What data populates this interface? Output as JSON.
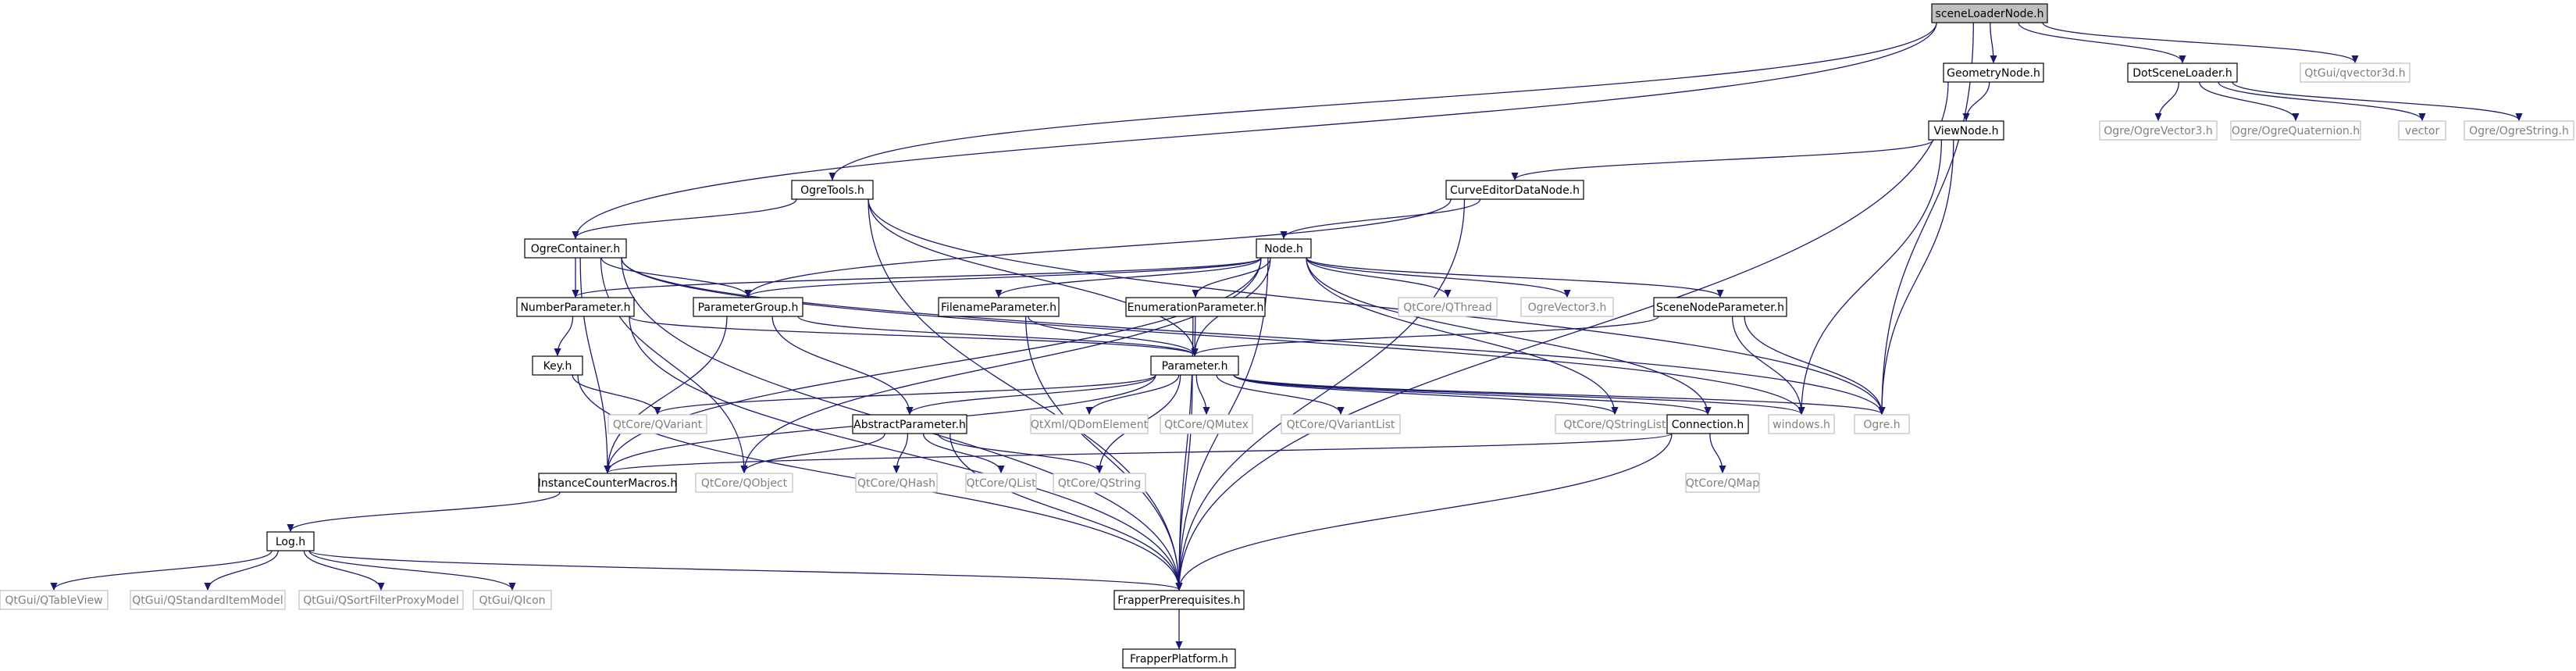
{
  "colors": {
    "edge": "#191970",
    "node_border_internal": "#000000",
    "node_border_external": "#bfbfbf",
    "node_text_internal": "#000000",
    "node_text_external": "#7f7f7f",
    "root_fill": "#bfbfbf",
    "background": "#ffffff"
  },
  "graph": {
    "nodes": [
      {
        "id": "sceneLoaderNode",
        "label": "sceneLoaderNode.h",
        "kind": "root"
      },
      {
        "id": "GeometryNode",
        "label": "GeometryNode.h",
        "kind": "internal"
      },
      {
        "id": "DotSceneLoader",
        "label": "DotSceneLoader.h",
        "kind": "internal"
      },
      {
        "id": "qvector3d",
        "label": "QtGui/qvector3d.h",
        "kind": "external"
      },
      {
        "id": "ViewNode",
        "label": "ViewNode.h",
        "kind": "internal"
      },
      {
        "id": "OgreVector3h",
        "label": "Ogre/OgreVector3.h",
        "kind": "external"
      },
      {
        "id": "OgreQuaternion",
        "label": "Ogre/OgreQuaternion.h",
        "kind": "external"
      },
      {
        "id": "vector",
        "label": "vector",
        "kind": "external"
      },
      {
        "id": "OgreString",
        "label": "Ogre/OgreString.h",
        "kind": "external"
      },
      {
        "id": "OgreTools",
        "label": "OgreTools.h",
        "kind": "internal"
      },
      {
        "id": "CurveEditorDataNode",
        "label": "CurveEditorDataNode.h",
        "kind": "internal"
      },
      {
        "id": "OgreContainer",
        "label": "OgreContainer.h",
        "kind": "internal"
      },
      {
        "id": "Node",
        "label": "Node.h",
        "kind": "internal"
      },
      {
        "id": "NumberParameter",
        "label": "NumberParameter.h",
        "kind": "internal"
      },
      {
        "id": "ParameterGroup",
        "label": "ParameterGroup.h",
        "kind": "internal"
      },
      {
        "id": "FilenameParameter",
        "label": "FilenameParameter.h",
        "kind": "internal"
      },
      {
        "id": "EnumerationParameter",
        "label": "EnumerationParameter.h",
        "kind": "internal"
      },
      {
        "id": "QThread",
        "label": "QtCore/QThread",
        "kind": "external"
      },
      {
        "id": "OgreVector3",
        "label": "OgreVector3.h",
        "kind": "external"
      },
      {
        "id": "SceneNodeParameter",
        "label": "SceneNodeParameter.h",
        "kind": "internal"
      },
      {
        "id": "Key",
        "label": "Key.h",
        "kind": "internal"
      },
      {
        "id": "Parameter",
        "label": "Parameter.h",
        "kind": "internal"
      },
      {
        "id": "QVariant",
        "label": "QtCore/QVariant",
        "kind": "external"
      },
      {
        "id": "AbstractParameter",
        "label": "AbstractParameter.h",
        "kind": "internal"
      },
      {
        "id": "QDomElement",
        "label": "QtXml/QDomElement",
        "kind": "external"
      },
      {
        "id": "QMutex",
        "label": "QtCore/QMutex",
        "kind": "external"
      },
      {
        "id": "QVariantList",
        "label": "QtCore/QVariantList",
        "kind": "external"
      },
      {
        "id": "QStringList",
        "label": "QtCore/QStringList",
        "kind": "external"
      },
      {
        "id": "Connection",
        "label": "Connection.h",
        "kind": "internal"
      },
      {
        "id": "windows",
        "label": "windows.h",
        "kind": "external"
      },
      {
        "id": "Ogreh",
        "label": "Ogre.h",
        "kind": "external"
      },
      {
        "id": "InstanceCounterMacros",
        "label": "InstanceCounterMacros.h",
        "kind": "internal"
      },
      {
        "id": "QObject",
        "label": "QtCore/QObject",
        "kind": "external"
      },
      {
        "id": "QHash",
        "label": "QtCore/QHash",
        "kind": "external"
      },
      {
        "id": "QList",
        "label": "QtCore/QList",
        "kind": "external"
      },
      {
        "id": "QString",
        "label": "QtCore/QString",
        "kind": "external"
      },
      {
        "id": "QMap",
        "label": "QtCore/QMap",
        "kind": "external"
      },
      {
        "id": "Log",
        "label": "Log.h",
        "kind": "internal"
      },
      {
        "id": "QTableView",
        "label": "QtGui/QTableView",
        "kind": "external"
      },
      {
        "id": "QStandardItemModel",
        "label": "QtGui/QStandardItemModel",
        "kind": "external"
      },
      {
        "id": "QSortFilterProxyModel",
        "label": "QtGui/QSortFilterProxyModel",
        "kind": "external"
      },
      {
        "id": "QIcon",
        "label": "QtGui/QIcon",
        "kind": "external"
      },
      {
        "id": "FrapperPrerequisites",
        "label": "FrapperPrerequisites.h",
        "kind": "internal"
      },
      {
        "id": "FrapperPlatform",
        "label": "FrapperPlatform.h",
        "kind": "internal"
      }
    ],
    "edges": [
      [
        "sceneLoaderNode",
        "GeometryNode"
      ],
      [
        "sceneLoaderNode",
        "DotSceneLoader"
      ],
      [
        "sceneLoaderNode",
        "qvector3d"
      ],
      [
        "sceneLoaderNode",
        "OgreTools"
      ],
      [
        "sceneLoaderNode",
        "OgreContainer"
      ],
      [
        "sceneLoaderNode",
        "Ogreh"
      ],
      [
        "GeometryNode",
        "ViewNode"
      ],
      [
        "GeometryNode",
        "FrapperPrerequisites"
      ],
      [
        "DotSceneLoader",
        "OgreVector3h"
      ],
      [
        "DotSceneLoader",
        "OgreQuaternion"
      ],
      [
        "DotSceneLoader",
        "vector"
      ],
      [
        "DotSceneLoader",
        "OgreString"
      ],
      [
        "ViewNode",
        "CurveEditorDataNode"
      ],
      [
        "ViewNode",
        "windows"
      ],
      [
        "ViewNode",
        "Ogreh"
      ],
      [
        "CurveEditorDataNode",
        "Node"
      ],
      [
        "CurveEditorDataNode",
        "ParameterGroup"
      ],
      [
        "CurveEditorDataNode",
        "FrapperPrerequisites"
      ],
      [
        "OgreTools",
        "OgreContainer"
      ],
      [
        "OgreTools",
        "Parameter"
      ],
      [
        "OgreTools",
        "Ogreh"
      ],
      [
        "OgreTools",
        "FrapperPrerequisites"
      ],
      [
        "OgreContainer",
        "NumberParameter"
      ],
      [
        "OgreContainer",
        "ParameterGroup"
      ],
      [
        "OgreContainer",
        "InstanceCounterMacros"
      ],
      [
        "OgreContainer",
        "QObject"
      ],
      [
        "OgreContainer",
        "windows"
      ],
      [
        "OgreContainer",
        "Ogreh"
      ],
      [
        "OgreContainer",
        "FrapperPrerequisites"
      ],
      [
        "Node",
        "NumberParameter"
      ],
      [
        "Node",
        "ParameterGroup"
      ],
      [
        "Node",
        "FilenameParameter"
      ],
      [
        "Node",
        "EnumerationParameter"
      ],
      [
        "Node",
        "QThread"
      ],
      [
        "Node",
        "OgreVector3"
      ],
      [
        "Node",
        "SceneNodeParameter"
      ],
      [
        "Node",
        "Parameter"
      ],
      [
        "Node",
        "QStringList"
      ],
      [
        "Node",
        "Connection"
      ],
      [
        "Node",
        "InstanceCounterMacros"
      ],
      [
        "Node",
        "QObject"
      ],
      [
        "Node",
        "FrapperPrerequisites"
      ],
      [
        "NumberParameter",
        "Key"
      ],
      [
        "NumberParameter",
        "Parameter"
      ],
      [
        "NumberParameter",
        "FrapperPrerequisites"
      ],
      [
        "ParameterGroup",
        "AbstractParameter"
      ],
      [
        "ParameterGroup",
        "Parameter"
      ],
      [
        "ParameterGroup",
        "InstanceCounterMacros"
      ],
      [
        "FilenameParameter",
        "Parameter"
      ],
      [
        "FilenameParameter",
        "FrapperPrerequisites"
      ],
      [
        "EnumerationParameter",
        "Parameter"
      ],
      [
        "EnumerationParameter",
        "FrapperPrerequisites"
      ],
      [
        "SceneNodeParameter",
        "Parameter"
      ],
      [
        "SceneNodeParameter",
        "windows"
      ],
      [
        "SceneNodeParameter",
        "Ogreh"
      ],
      [
        "Key",
        "QVariant"
      ],
      [
        "Key",
        "FrapperPrerequisites"
      ],
      [
        "Parameter",
        "QVariant"
      ],
      [
        "Parameter",
        "AbstractParameter"
      ],
      [
        "Parameter",
        "QDomElement"
      ],
      [
        "Parameter",
        "QMutex"
      ],
      [
        "Parameter",
        "QVariantList"
      ],
      [
        "Parameter",
        "QStringList"
      ],
      [
        "Parameter",
        "Connection"
      ],
      [
        "Parameter",
        "windows"
      ],
      [
        "Parameter",
        "Ogreh"
      ],
      [
        "Parameter",
        "InstanceCounterMacros"
      ],
      [
        "Parameter",
        "QString"
      ],
      [
        "Parameter",
        "FrapperPrerequisites"
      ],
      [
        "AbstractParameter",
        "QObject"
      ],
      [
        "AbstractParameter",
        "QHash"
      ],
      [
        "AbstractParameter",
        "QList"
      ],
      [
        "AbstractParameter",
        "QString"
      ],
      [
        "AbstractParameter",
        "FrapperPrerequisites"
      ],
      [
        "Connection",
        "QMap"
      ],
      [
        "Connection",
        "InstanceCounterMacros"
      ],
      [
        "Connection",
        "FrapperPrerequisites"
      ],
      [
        "InstanceCounterMacros",
        "Log"
      ],
      [
        "Log",
        "QTableView"
      ],
      [
        "Log",
        "QStandardItemModel"
      ],
      [
        "Log",
        "QSortFilterProxyModel"
      ],
      [
        "Log",
        "QIcon"
      ],
      [
        "Log",
        "FrapperPrerequisites"
      ],
      [
        "FrapperPrerequisites",
        "FrapperPlatform"
      ]
    ]
  }
}
